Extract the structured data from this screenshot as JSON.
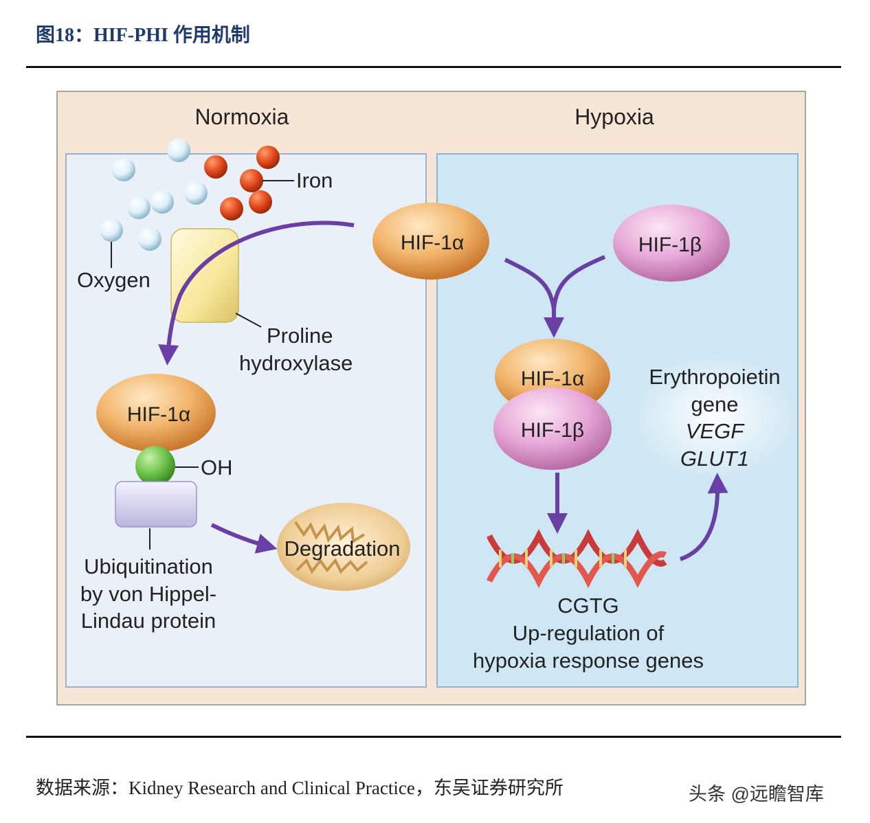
{
  "header": {
    "title": "图18：HIF-PHI 作用机制"
  },
  "footer": {
    "source": "数据来源：Kidney Research and Clinical Practice，东吴证券研究所",
    "watermark": "头条 @远瞻智库"
  },
  "diagram": {
    "normoxia": {
      "title": "Normoxia",
      "iron_label": "Iron",
      "oxygen_label": "Oxygen",
      "enzyme_label_1": "Proline",
      "enzyme_label_2": "hydroxylase",
      "hif1a_label": "HIF-1α",
      "oh_label": "OH",
      "ubiq_label_1": "Ubiquitination",
      "ubiq_label_2": "by von Hippel-",
      "ubiq_label_3": "Lindau protein",
      "degradation_label": "Degradation"
    },
    "hypoxia": {
      "title": "Hypoxia",
      "hif1a_label": "HIF-1α",
      "hif1b_label": "HIF-1β",
      "complex_a_label": "HIF-1α",
      "complex_b_label": "HIF-1β",
      "genes_line_1": "Erythropoietin",
      "genes_line_2": "gene",
      "genes_line_3": "VEGF",
      "genes_line_4": "GLUT1",
      "dna_label": "CGTG",
      "upreg_line_1": "Up-regulation of",
      "upreg_line_2": "hypoxia response genes"
    },
    "colors": {
      "outer_bg": "#f7e6d6",
      "normoxia_panel": "#e9f0f7",
      "hypoxia_panel": "#cfe7f4",
      "arrow": "#6a3fa4",
      "hif1a": "#eeaa5c",
      "hif1b": "#e6a3d4",
      "iron": "#d6401a",
      "oxygen": "#d9eef8",
      "oh": "#6cc24a",
      "dna": "#d63b3b"
    },
    "icons": [
      "oxygen-molecule-icon",
      "iron-atom-icon",
      "proline-hydroxylase-icon",
      "hydroxyl-icon",
      "vhl-protein-icon",
      "proteasome-icon",
      "dna-helix-icon"
    ]
  }
}
